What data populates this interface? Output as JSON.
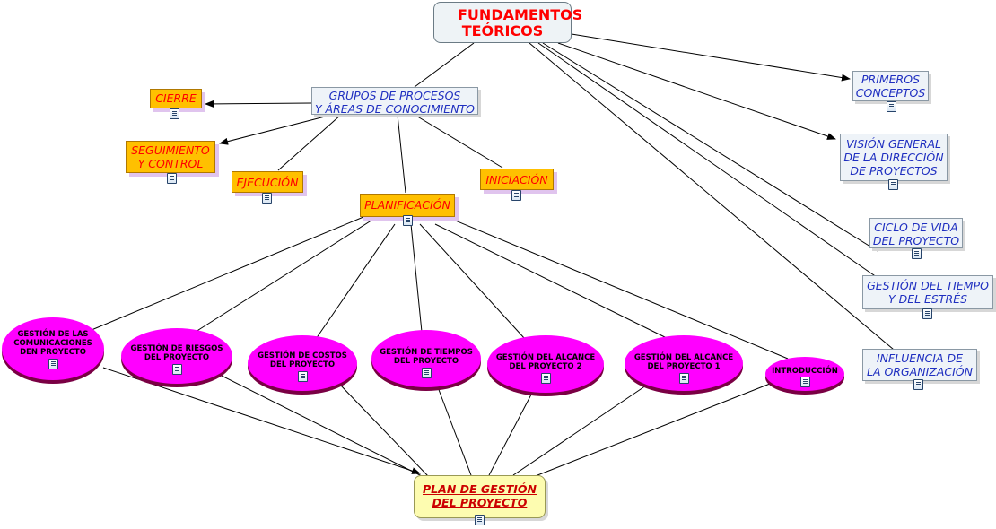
{
  "root": {
    "title": "FUNDAMENTOS TEÓRICOS"
  },
  "hub": {
    "label": "GRUPOS DE PROCESOS\nY ÁREAS DE CONOCIMIENTO"
  },
  "process_groups": [
    {
      "label": "CIERRE"
    },
    {
      "label": "SEGUIMIENTO\nY CONTROL"
    },
    {
      "label": "EJECUCIÓN"
    },
    {
      "label": "INICIACIÓN"
    },
    {
      "label": "PLANIFICACIÓN"
    }
  ],
  "concepts": [
    {
      "label": "PRIMEROS\nCONCEPTOS"
    },
    {
      "label": "VISIÓN GENERAL\nDE LA DIRECCIÓN\nDE PROYECTOS"
    },
    {
      "label": "CICLO DE VIDA\nDEL PROYECTO"
    },
    {
      "label": "GESTIÓN DEL TIEMPO\nY DEL ESTRÉS"
    },
    {
      "label": "INFLUENCIA DE\nLA ORGANIZACIÓN"
    }
  ],
  "plans": [
    {
      "label": "GESTIÓN DE LAS\nCOMUNICACIONES\nDEN PROYECTO"
    },
    {
      "label": "GESTIÓN DE RIESGOS\nDEL PROYECTO"
    },
    {
      "label": "GESTIÓN DE COSTOS\nDEL PROYECTO"
    },
    {
      "label": "GESTIÓN DE TIEMPOS\nDEL PROYECTO"
    },
    {
      "label": "GESTIÓN DEL ALCANCE\nDEL PROYECTO 2"
    },
    {
      "label": "GESTIÓN DEL ALCANCE\nDEL PROYECTO 1"
    },
    {
      "label": "INTRODUCCIÓN"
    }
  ],
  "final": {
    "label": "PLAN DE GESTIÓN\nDEL PROYECTO"
  },
  "colors": {
    "root_text": "#ff0000",
    "blue_text": "#1f2fc0",
    "orange_fill": "#ffc000",
    "ellipse_fill": "#ff00ff",
    "final_fill": "#fdfcb0",
    "line": "#000000"
  },
  "icons": {
    "resource": "document-icon"
  }
}
